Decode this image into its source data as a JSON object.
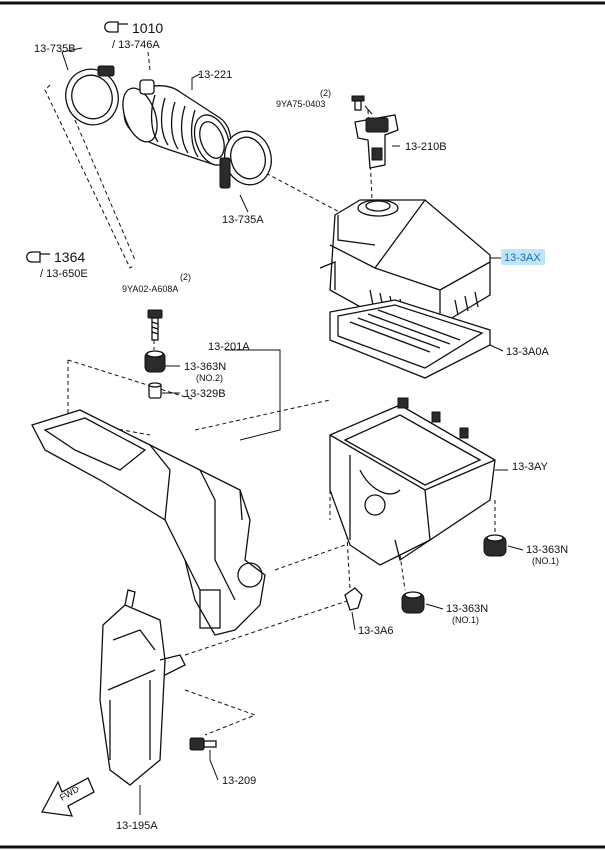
{
  "labels": {
    "ref_1010": "1010",
    "ref_13_746A": "/ 13-746A",
    "ref_1364": "1364",
    "ref_13_650E": "/ 13-650E",
    "p_13_735B": "13-735B",
    "p_13_221": "13-221",
    "p_qty_9YA75": "(2)",
    "p_9YA75_0403": "9YA75-0403",
    "p_13_210B": "13-210B",
    "p_13_735A": "13-735A",
    "p_13_3AX": "13-3AX",
    "p_qty_9YA02": "(2)",
    "p_9YA02_A608A": "9YA02-A608A",
    "p_13_201A": "13-201A",
    "p_13_363N_a": "13-363N",
    "p_no2": "(NO.2)",
    "p_13_329B": "13-329B",
    "p_13_3A0A": "13-3A0A",
    "p_13_3AY": "13-3AY",
    "p_13_363N_b": "13-363N",
    "p_no1_b": "(NO.1)",
    "p_13_363N_c": "13-363N",
    "p_no1_c": "(NO.1)",
    "p_13_3A6": "13-3A6",
    "p_13_209": "13-209",
    "p_13_195A": "13-195A",
    "fwd": "FWD"
  },
  "colors": {
    "highlight_fill": "#bfe3f7",
    "highlight_text": "#1e6fb3",
    "ink": "#111111"
  },
  "highlighted_part": "13-3AX"
}
